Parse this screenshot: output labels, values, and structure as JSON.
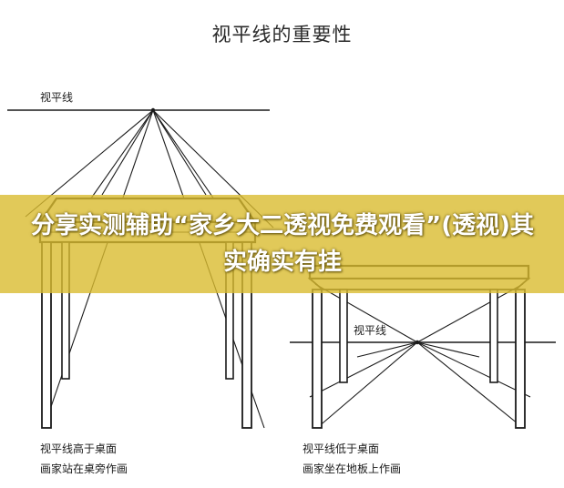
{
  "title": "视平线的重要性",
  "left_figure": {
    "horizon_label": "视平线",
    "caption_line1": "视平线高于桌面",
    "caption_line2": "画家站在桌旁作画"
  },
  "right_figure": {
    "horizon_label": "视平线",
    "caption_line1": "视平线低于桌面",
    "caption_line2": "画家坐在地板上作画"
  },
  "banner": {
    "text": "分享实测辅助“家乡大二透视免费观看”(透视)其实确实有挂",
    "color": "#dabc30"
  }
}
